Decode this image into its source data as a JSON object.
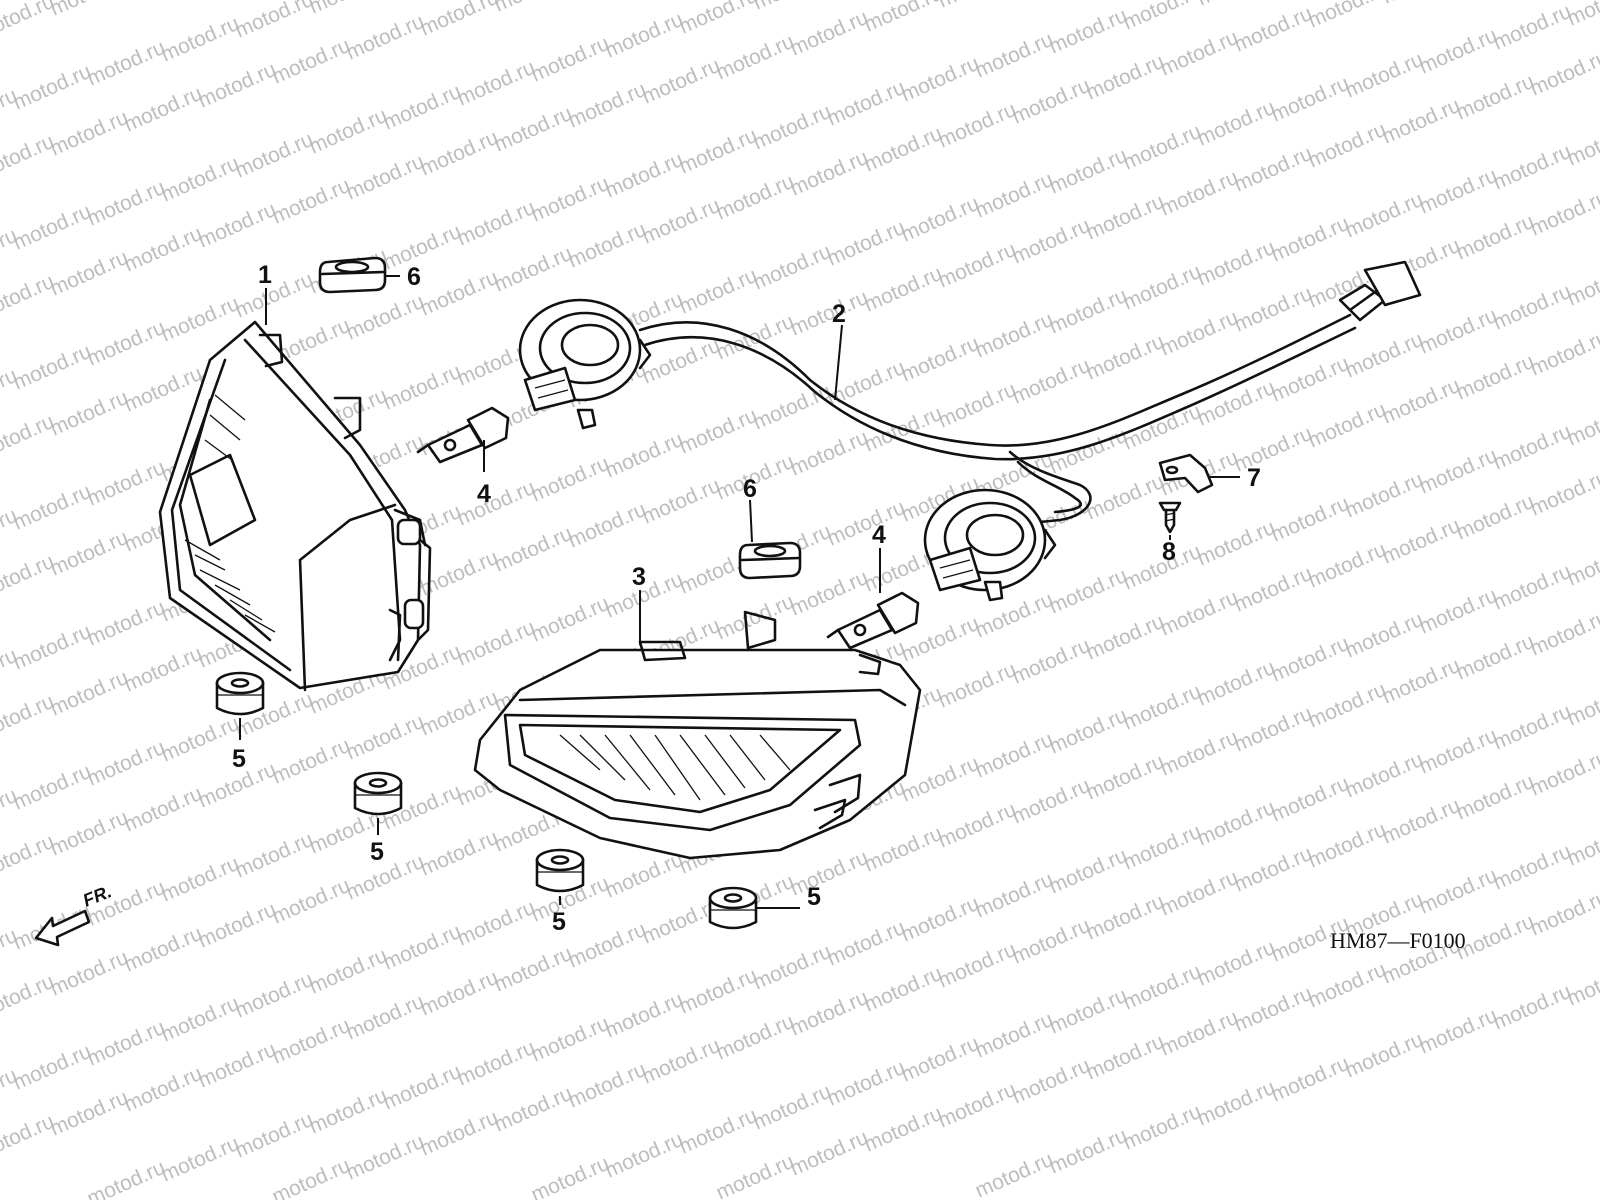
{
  "watermark": "motod.ru",
  "diagram_code": "HM87—F0100",
  "front_marker": "FR.",
  "callouts": [
    {
      "id": "1",
      "label": "1"
    },
    {
      "id": "2",
      "label": "2"
    },
    {
      "id": "3",
      "label": "3"
    },
    {
      "id": "4a",
      "label": "4"
    },
    {
      "id": "4b",
      "label": "4"
    },
    {
      "id": "5a",
      "label": "5"
    },
    {
      "id": "5b",
      "label": "5"
    },
    {
      "id": "5c",
      "label": "5"
    },
    {
      "id": "5d",
      "label": "5"
    },
    {
      "id": "6a",
      "label": "6"
    },
    {
      "id": "6b",
      "label": "6"
    },
    {
      "id": "7",
      "label": "7"
    },
    {
      "id": "8",
      "label": "8"
    }
  ]
}
